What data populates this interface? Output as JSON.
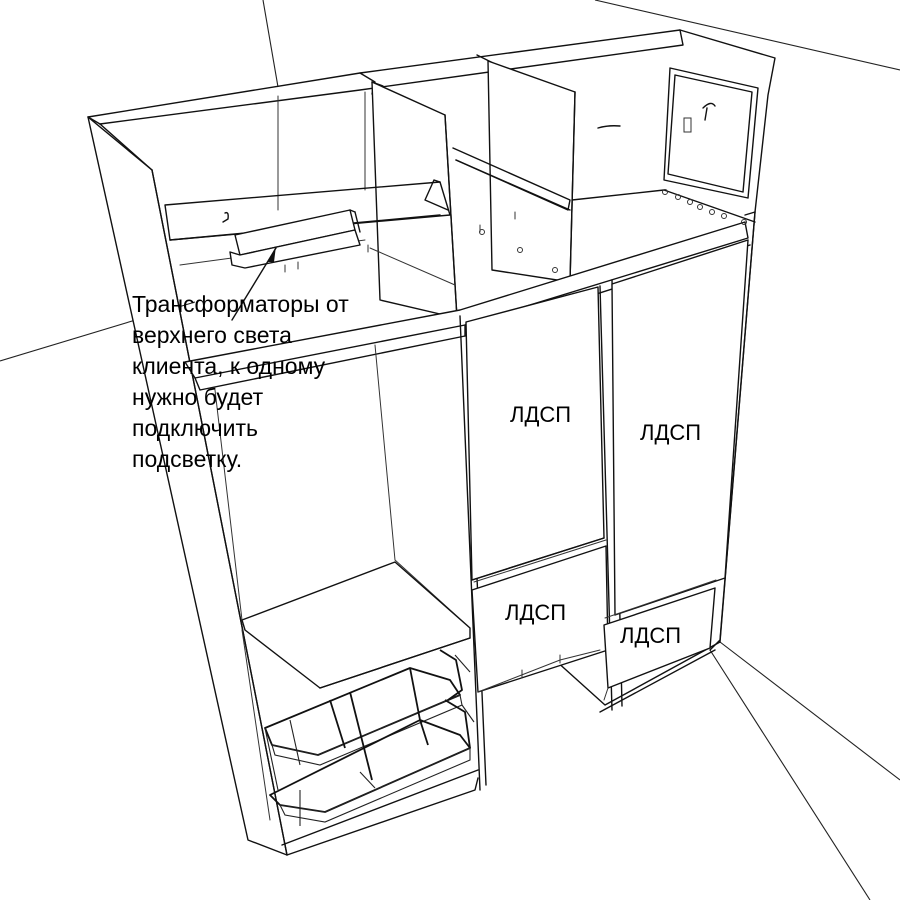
{
  "annotation": {
    "text": "Трансформаторы от\nверхнего света\nклиента, к одному\nнужно будет\nподключить\nподсветку."
  },
  "panel_labels": [
    {
      "id": "door-center",
      "text": "ЛДСП"
    },
    {
      "id": "door-right",
      "text": "ЛДСП"
    },
    {
      "id": "drawer-center",
      "text": "ЛДСП"
    },
    {
      "id": "drawer-right",
      "text": "ЛДСП"
    }
  ],
  "colors": {
    "line": "#111111",
    "background": "#ffffff"
  }
}
